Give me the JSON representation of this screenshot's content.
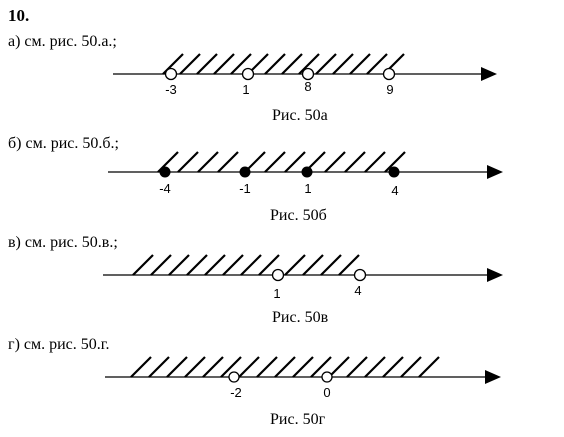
{
  "problem": {
    "number": "10."
  },
  "parts": [
    {
      "label": "а) см. рис. 50.а.;",
      "caption": "Рис. 50а",
      "points": [
        {
          "value": -3,
          "text": "-3",
          "filled": false
        },
        {
          "value": 1,
          "text": "1",
          "filled": false
        },
        {
          "value": 8,
          "text": "8",
          "filled": false
        },
        {
          "value": 9,
          "text": "9",
          "filled": false
        }
      ]
    },
    {
      "label": "б) см. рис. 50.б.;",
      "caption": "Рис. 50б",
      "points": [
        {
          "value": -4,
          "text": "-4",
          "filled": true
        },
        {
          "value": -1,
          "text": "-1",
          "filled": true
        },
        {
          "value": 1,
          "text": "1",
          "filled": true
        },
        {
          "value": 4,
          "text": "4",
          "filled": true
        }
      ]
    },
    {
      "label": "в) см. рис. 50.в.;",
      "caption": "Рис. 50в",
      "points": [
        {
          "value": 1,
          "text": "1",
          "filled": false
        },
        {
          "value": 4,
          "text": "4",
          "filled": false
        }
      ]
    },
    {
      "label": "г) см. рис. 50.г.",
      "caption": "Рис. 50г",
      "points": [
        {
          "value": -2,
          "text": "-2",
          "filled": false
        },
        {
          "value": 0,
          "text": "0",
          "filled": false
        }
      ]
    }
  ]
}
